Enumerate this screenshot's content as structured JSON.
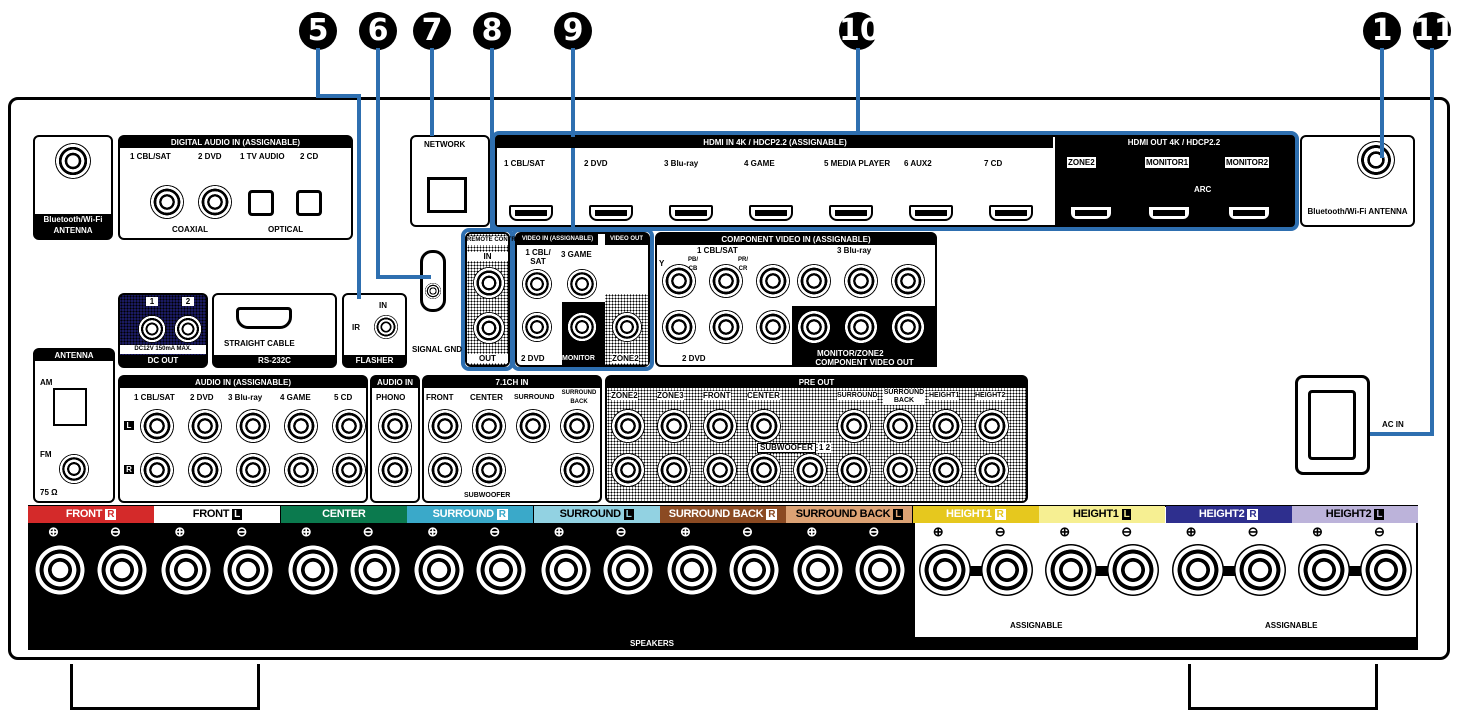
{
  "callouts": [
    "5",
    "6",
    "7",
    "8",
    "9",
    "10",
    "1",
    "11"
  ],
  "bt_left": {
    "label": "Bluetooth/Wi-Fi ANTENNA"
  },
  "bt_right": {
    "label": "Bluetooth/Wi-Fi ANTENNA"
  },
  "digital_audio": {
    "title": "DIGITAL AUDIO IN (ASSIGNABLE)",
    "inputs": [
      "1 CBL/SAT",
      "2 DVD",
      "1 TV AUDIO",
      "2 CD"
    ],
    "coaxial": "COAXIAL",
    "optical": "OPTICAL"
  },
  "network": {
    "title": "NETWORK"
  },
  "hdmi_in": {
    "title": "HDMI IN  4K / HDCP2.2  (ASSIGNABLE)",
    "inputs": [
      "1 CBL/SAT",
      "2 DVD",
      "3 Blu-ray",
      "4 GAME",
      "5 MEDIA PLAYER",
      "6 AUX2",
      "7 CD"
    ]
  },
  "hdmi_out": {
    "title": "HDMI OUT  4K / HDCP2.2",
    "outputs": [
      "ZONE2",
      "MONITOR1",
      "MONITOR2"
    ],
    "arc": "ARC"
  },
  "remote": {
    "title": "REMOTE CONTROL",
    "in": "IN",
    "out": "OUT"
  },
  "video": {
    "in_title": "VIDEO IN (ASSIGNABLE)",
    "out_title": "VIDEO OUT",
    "in1": "1 CBL/ SAT",
    "in3": "3 GAME",
    "in2": "2 DVD",
    "monitor": "MONITOR",
    "zone2": "ZONE2"
  },
  "component_in": {
    "title": "COMPONENT VIDEO IN (ASSIGNABLE)",
    "cbl": "1 CBL/SAT",
    "bluray": "3 Blu-ray",
    "dvd": "2 DVD",
    "y": "Y",
    "pb": "PB/ CB",
    "pr": "PR/ CR"
  },
  "component_out": {
    "label": "MONITOR/ZONE2",
    "title": "COMPONENT VIDEO OUT"
  },
  "signal_gnd": "SIGNAL GND",
  "dc_out": {
    "spec": "DC12V 150mA MAX.",
    "title": "DC OUT",
    "n1": "1",
    "n2": "2"
  },
  "rs232c": {
    "label": "STRAIGHT CABLE",
    "title": "RS-232C"
  },
  "flasher": {
    "in": "IN",
    "ir": "IR",
    "title": "FLASHER"
  },
  "antenna": {
    "title": "ANTENNA",
    "am": "AM",
    "fm": "FM",
    "ohm": "75 Ω"
  },
  "audio_in": {
    "title": "AUDIO IN (ASSIGNABLE)",
    "inputs": [
      "1 CBL/SAT",
      "2 DVD",
      "3 Blu-ray",
      "4 GAME",
      "5 CD"
    ],
    "l": "L",
    "r": "R"
  },
  "phono": {
    "title": "AUDIO IN",
    "label": "PHONO"
  },
  "ch71": {
    "title": "7.1CH IN",
    "inputs": [
      "FRONT",
      "CENTER",
      "SURROUND",
      "SURROUND BACK"
    ],
    "sub": "SUBWOOFER"
  },
  "pre_out": {
    "title": "PRE OUT",
    "outputs": [
      "ZONE2",
      "ZONE3",
      "FRONT",
      "CENTER",
      "SURROUND",
      "SURROUND BACK",
      "HEIGHT1",
      "HEIGHT2"
    ],
    "sub": "SUBWOOFER",
    "sub_nums": "1 2"
  },
  "ac_in": "AC IN",
  "speakers": {
    "title": "SPEAKERS",
    "assignable": "ASSIGNABLE",
    "groups": [
      {
        "label": "FRONT",
        "side": "R",
        "color": "#d42a2a",
        "text": "#fff"
      },
      {
        "label": "FRONT",
        "side": "L",
        "color": "#ffffff",
        "text": "#000"
      },
      {
        "label": "CENTER",
        "side": "",
        "color": "#0b7a4e",
        "text": "#fff"
      },
      {
        "label": "SURROUND",
        "side": "R",
        "color": "#3aa9c9",
        "text": "#fff"
      },
      {
        "label": "SURROUND",
        "side": "L",
        "color": "#92d2e2",
        "text": "#000"
      },
      {
        "label": "SURROUND BACK",
        "side": "R",
        "color": "#8b4a22",
        "text": "#fff"
      },
      {
        "label": "SURROUND BACK",
        "side": "L",
        "color": "#dca274",
        "text": "#000"
      },
      {
        "label": "HEIGHT1",
        "side": "R",
        "color": "#e6c81e",
        "text": "#fff"
      },
      {
        "label": "HEIGHT1",
        "side": "L",
        "color": "#f6ef92",
        "text": "#000"
      },
      {
        "label": "HEIGHT2",
        "side": "R",
        "color": "#2e2f8e",
        "text": "#fff"
      },
      {
        "label": "HEIGHT2",
        "side": "L",
        "color": "#bcb3da",
        "text": "#000"
      }
    ],
    "plus": "⊕",
    "minus": "⊖"
  },
  "colors": {
    "callout_line": "#2e6fb0"
  }
}
